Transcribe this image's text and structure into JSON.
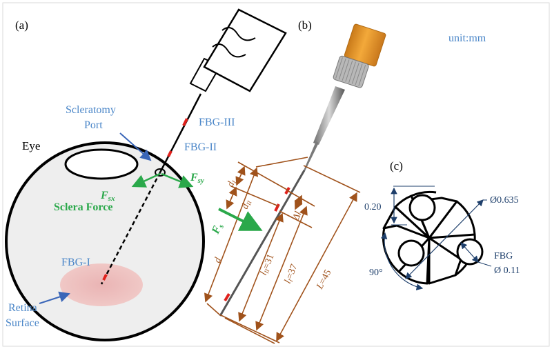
{
  "panel_labels": {
    "a": "(a)",
    "b": "(b)",
    "c": "(c)"
  },
  "unit": "unit:mm",
  "panel_a": {
    "eye": "Eye",
    "scleratomy_line1": "Scleratomy",
    "scleratomy_line2": "Port",
    "fbg3": "FBG-III",
    "fbg2": "FBG-II",
    "fbg1": "FBG-I",
    "sclera_force": "Sclera Force",
    "fsx": "F",
    "fsx_sub": "sx",
    "fsy": "F",
    "fsy_sub": "sy",
    "retina_line1": "Retina",
    "retina_line2": "Surface"
  },
  "panel_b": {
    "fs": "F",
    "fs_sub": "s",
    "d": "d",
    "d1": "d",
    "d1_sub": "I",
    "d2": "d",
    "d2_sub": "II",
    "delta_l": "Δl",
    "l2": "l",
    "l2_sub": "II",
    "l2_val": "=31",
    "l1": "l",
    "l1_sub": "I",
    "l1_val": "=37",
    "L": "L",
    "L_val": "=45"
  },
  "panel_c": {
    "dim_020": "0.20",
    "dim_0635": "Ø0.635",
    "angle": "90°",
    "fbg": "FBG",
    "fbg_dia": "Ø 0.11"
  },
  "colors": {
    "blue_text": "#4a86c8",
    "green": "#2aa84a",
    "brown": "#a0521b",
    "fbg_red": "#e0201c",
    "handle_orange": "#e89a2e"
  }
}
